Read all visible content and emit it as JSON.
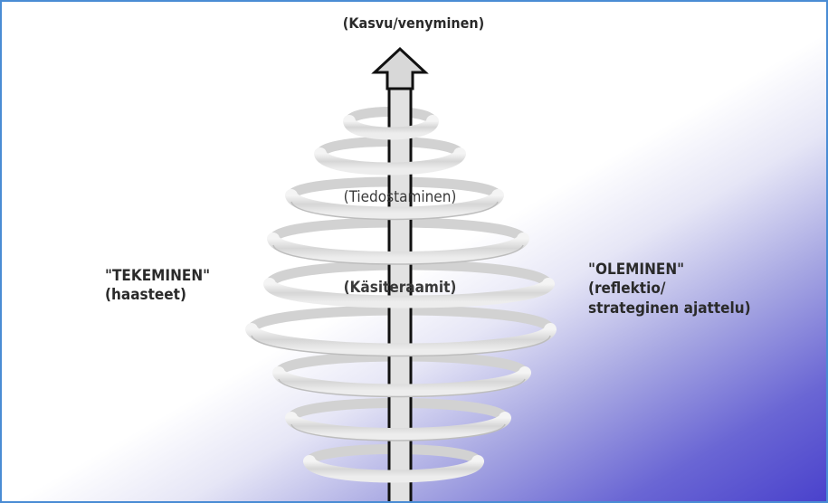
{
  "top_label": "(Kasvu/venyminen)",
  "inner_labels": {
    "awareness": "(Tiedostaminen)",
    "concepts": "(Käsiteraamit)"
  },
  "left_label": {
    "line1": "\"TEKEMINEN\"",
    "line2": "(haasteet)"
  },
  "right_label": {
    "line1": "\"OLEMINEN\"",
    "line2": "(reflektio/",
    "line3": "strateginen ajattelu)"
  },
  "colors": {
    "border": "#4a8cd4",
    "gradient_end": "#4a42cc",
    "spiral": "#d8d8d8",
    "arrow_fill": "#d8d8d8",
    "arrow_stroke": "#111111"
  }
}
